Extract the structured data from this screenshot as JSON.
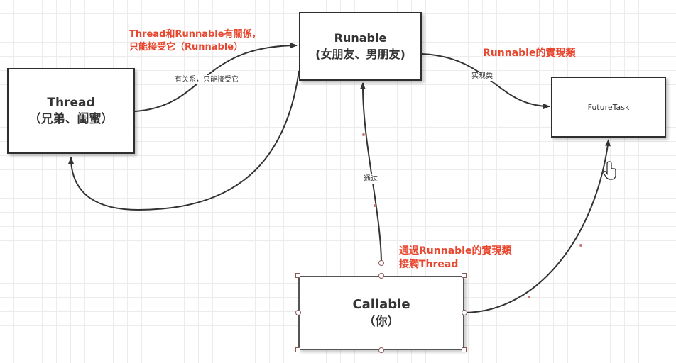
{
  "nodes": {
    "thread": {
      "title": "Thread",
      "subtitle": "（兄弟、闺蜜）"
    },
    "runable": {
      "title": "Runable",
      "subtitle": "(女朋友、男朋友)"
    },
    "futuretask": {
      "title": "FutureTask"
    },
    "callable": {
      "title": "Callable",
      "subtitle": "（你）"
    }
  },
  "annotations": {
    "thread_runnable_line1": "Thread和Runnable有關係，",
    "thread_runnable_line2": "只能接受它（Runnable）",
    "runnable_impl": "Runnable的實現類",
    "callable_line1": "通過Runnable的實現類",
    "callable_line2": "接觸Thread"
  },
  "edge_labels": {
    "thread_to_runable": "有关系，只能接受它",
    "runable_to_futuretask": "实现类",
    "callable_to_runable": "通过"
  },
  "colors": {
    "annotation": "#e8462e",
    "edge": "#333333",
    "border": "#2e2e2e"
  }
}
